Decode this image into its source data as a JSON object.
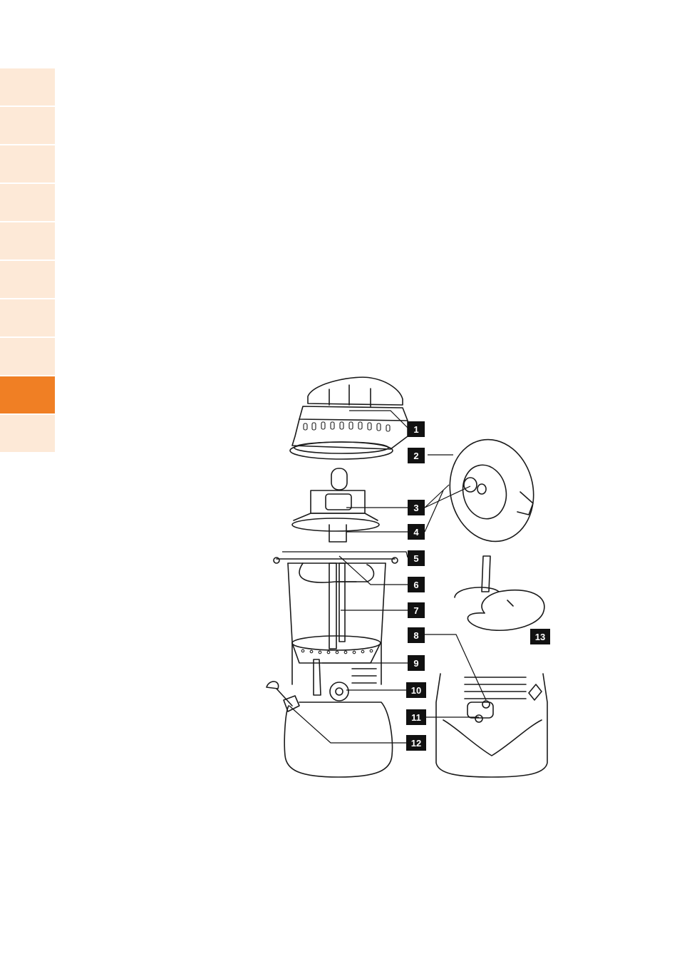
{
  "side_tabs": {
    "count": 10,
    "active_index": 8
  },
  "colors": {
    "tab_inactive": "#fde9d7",
    "tab_active": "#f07f24",
    "callout": "#111111"
  },
  "callouts": [
    "1",
    "2",
    "3",
    "4",
    "5",
    "6",
    "7",
    "8",
    "9",
    "10",
    "11",
    "12",
    "13"
  ]
}
